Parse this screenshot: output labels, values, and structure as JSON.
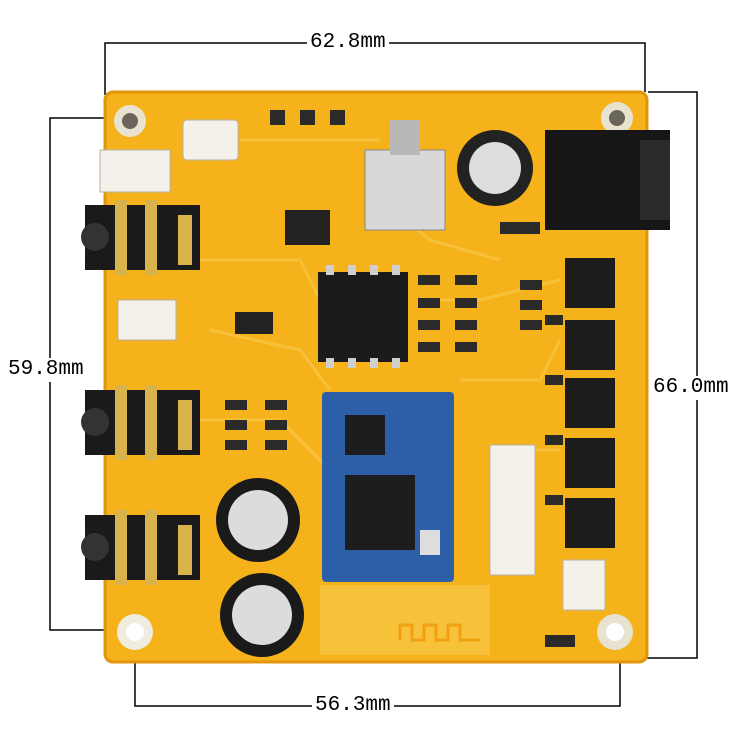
{
  "dimensions": {
    "top_width": "62.8mm",
    "left_height": "59.8mm",
    "right_height": "66.0mm",
    "bottom_width": "56.3mm"
  },
  "colors": {
    "pcb": "#f5b21a",
    "pcb_edge": "#e59a10",
    "module": "#2d5fa8",
    "line": "#000000"
  }
}
